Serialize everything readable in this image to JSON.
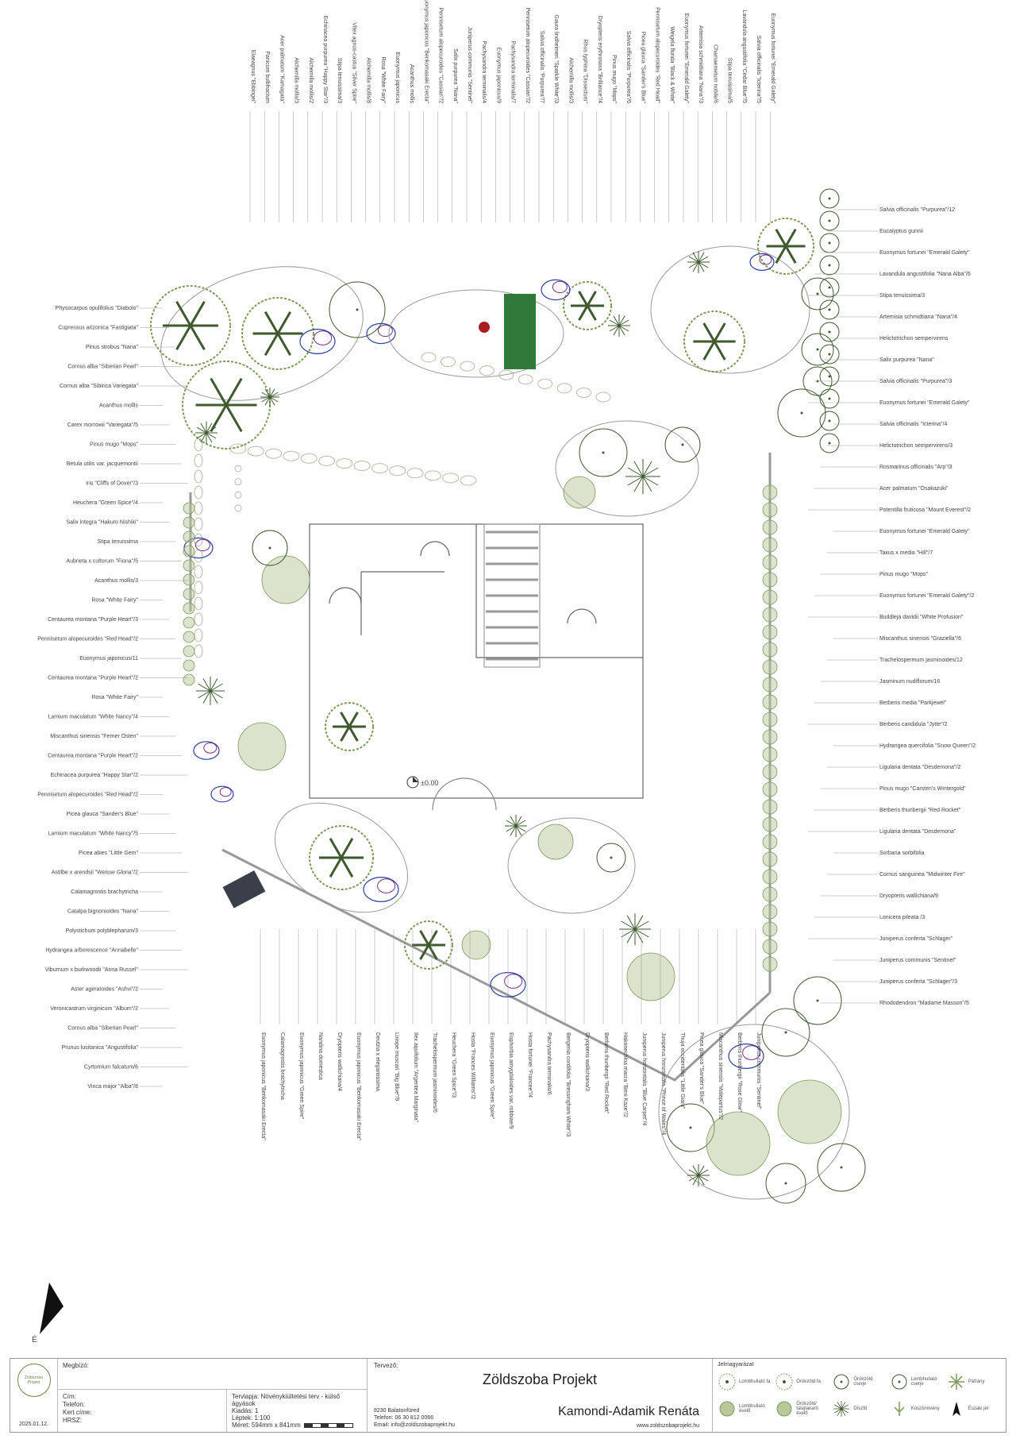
{
  "labels_left": [
    "Physocarpus opulifolius \"Diabolo\"",
    "Cupressus arizonica \"Fastigiata\"",
    "Pinus strobus \"Nana\"",
    "Cornus alba \"Siberian Pearl\"",
    "Cornus alba \"Sibirica Variegata\"",
    "Acanthus mollis",
    "Carex morrowii \"Variegata\"/5",
    "Pinus mugo \"Mops\"",
    "Betula utilis var. jacquemontii",
    "Iris \"Cliffs of Dover\"/3",
    "Heuchera \"Green Spice\"/4",
    "Salix integra \"Hakuro Nishiki\"",
    "Stipa tenuissima",
    "Aubrieta x cultorum \"Fiona\"/5",
    "Acanthus mollis/3",
    "Rosa \"White Fairy\"",
    "Centaurea montana \"Purple Heart\"/3",
    "Pennisetum alopecuroides \"Red Head\"/2",
    "Euonymus japonicus/11",
    "Centaurea montana \"Purple Heart\"/2",
    "Rosa \"White Fairy\"",
    "Lamium maculatum \"White Nancy\"/4",
    "Miscanthus sinensis \"Ferner Osten\"",
    "Centaurea montana \"Purple Heart\"/2",
    "Echinacea purpurea \"Happy Star\"/2",
    "Pennisetum alopecuroides \"Red Head\"/2",
    "Picea glauca \"Sander's Blue\"",
    "Lamium maculatum \"White Nancy\"/5",
    "Picea abies \"Little Gem\"",
    "Astilbe x arendsii \"Weisse Gloria\"/2",
    "Calamagrostis brachytricha",
    "Catalpa bignonioides \"Nana\"",
    "Polystichum polyblepharum/3",
    "Hydrangea arborescence \"Annabelle\"",
    "Viburnum x burkwoodii \"Anna Russel\"",
    "Aster ageratoides \"Ashvi\"/2",
    "Veronicastrum virginicum \"Album\"/2",
    "Cornus alba \"Siberian Pearl\"",
    "Prunus lusitanica \"Angustifolia\"",
    "Cyrtomium falcatum/6",
    "Vinca major \"Alba\"/8"
  ],
  "labels_right": [
    "Salvia officinalis \"Purpurea\"/12",
    "Eucalyptus gunnii",
    "Euonymus fortunei \"Emerald Galety\"",
    "Lavandula angustifolia \"Nana Alba\"/6",
    "Stipa tenuissima/3",
    "Artemisia schmidtiana \"Nana\"/4",
    "Helictotrichon sempervirens",
    "Salix purpurea \"Nana\"",
    "Salvia officinalis \"Purpurea\"/3",
    "Euonymus fortunei \"Emerald Galety\"",
    "Salvia officinalis \"Icterina\"/4",
    "Helictotrichon sempervirens/3",
    "Rosmarinus officinalis \"Arp\"/3",
    "Acer palmatum \"Osakazuki\"",
    "Potentilla fruticosa \"Mount Everest\"/2",
    "Euonymus fortunei \"Emerald Galety\"",
    "Taxus x media \"Hill\"/7",
    "Pinus mugo \"Mops\"",
    "Euonymus fortunei \"Emerald Galety\"/2",
    "Buddleja davidii \"White Profusion\"",
    "Miscanthus sinensis \"Graziella\"/6",
    "Trachelospermum jasminoides/12",
    "Jasminum nudiflorum/16",
    "Berberis media \"Parkjewel\"",
    "Berberis candidula \"Jytte\"/2",
    "Hydrangea quercifolia \"Snow Queen\"/2",
    "Ligularia dentata \"Desdemona\"/2",
    "Pinus mugo \"Carsten's Wintergold\"",
    "Berberis thunbergii \"Red Rocket\"",
    "Ligularia dentata \"Desdemona\"",
    "Sorbaria sorbifolia",
    "Cornus sanguinea \"Midwinter Fire\"",
    "Dryopteris wallichiana/9",
    "Lonicera pileata /3",
    "Juniperus conferta \"Schlager\"",
    "Juniperus communis \"Sentinel\"",
    "Juniperus conferta \"Schlager\"/3",
    "Rhododendron \"Madame Masson\"/5"
  ],
  "labels_top": [
    "Elaeagnus \"Ebbingei\"",
    "Panicum bulbfractum",
    "Acer palmatum \"Kamagata\"",
    "Alchemilla mollis/3",
    "Alchemilla mollis/2",
    "Echinacea purpurea \"Happy Star\"/3",
    "Stipa tenuissima/3",
    "Vitex agnus-castus \"Silver Spire\"",
    "Alchemilla mollis/8",
    "Rosa \"White Fairy\"",
    "Euonymus japonicus",
    "Acanthus mollis",
    "Euonymus japonicus \"Benkomasaki Erecta\"",
    "Pennisetum alopecuroides \"Cassian\"/2",
    "Salix purpurea \"Nana\"",
    "Juniperus communis \"Sentinel\"",
    "Pachysandra terminalis/4",
    "Euonymus japonicus/9",
    "Pachysandra terminalis/7",
    "Pennisetum alopecuroides \"Cassian\"/2",
    "Salvia officinalis \"Purpurea\"/7",
    "Gaura lindheimeri \"Sparkle White\"/3",
    "Alchemilla mollis/3",
    "Rhus typhina \"Dissectum\"",
    "Dryopteris erythrosora \"Brilliance\"/4",
    "Pinus mugo \"Mops\"",
    "Salvia officinalis \"Purpurea\"/6",
    "Picea glauca \"Sander's Blue\"",
    "Pennisetum alopecuroides \"Red Head\"",
    "Weigela florida \"Black & White\"",
    "Euonymus fortunei \"Emerald Galety\"",
    "Artemisia schmidtiana \"Nana\"/3",
    "Chamaemelum nobile/6",
    "Stipa tenuissima/5",
    "Lavandula angustifolia \"Cedar Blue\"/5",
    "Salvia officinalis \"Icterina\"/5",
    "Euonymus fortunei \"Emerald Galety\""
  ],
  "labels_bottom": [
    "Euonymus japonicus \"Benkomasaki Erecta\"",
    "Calamagrostis brachytricha",
    "Euonymus japonicus \"Green Spire\"",
    "Nandina domestica",
    "Dryopteris wallichiana/4",
    "Euonymus japonicus \"Benkomasaki Erecta\"",
    "Deutzia x elegantissima",
    "Liriope muscari \"Big Blue\"/9",
    "Ilex aquifolium \"Argentea Marginata\"",
    "Trachelospermum jasminoides/6",
    "Heuchera \"Green Spice\"/3",
    "Hosta \"Frances Williams\"/2",
    "Euonymus japonicus \"Green Spire\"",
    "Euphorbia amygdaloides var. robbiae/9",
    "Hosta fortunei \"Francee\"/4",
    "Pachysandra terminalis/6",
    "Bergenia cordifolia \"Bressingham White\"/3",
    "Dryopteris wallichiana/3",
    "Berberis thunbergii \"Red Rocket\"",
    "Hakonechloa macra \"Beni Kaze\"/2",
    "Juniperus horizontalis \"Blue Carpet\"/4",
    "Juniperus horizontalis \"Prince of Wales\"/4",
    "Thuja occidentalis \"Little Giant\"",
    "Picea glauca \"Sander's Blue\"",
    "Miscanthus sinensis \"Malepartus\"/2",
    "Berberis thunbergii \"Rose Glow\"",
    "Juniperus communis \"Sentinel\""
  ],
  "elevation_label": "±0.00",
  "north_label": "É",
  "titleblock": {
    "logo_text": "Zöldszoba Projekt",
    "date": "2025.01.12.",
    "client_label": "Megbízó:",
    "fields": [
      "Cím:",
      "Telefon:",
      "Kert címe:",
      "HRSZ:"
    ],
    "meta": [
      "Tervlapja: Növénykiültetési terv - külső ágyások",
      "Kiadás: 1",
      "Léptek: 1:100",
      "Méret: 594mm x 841mm"
    ],
    "designer_label": "Tervező:",
    "project": "Zöldszoba Projekt",
    "designer_name": "Kamondi-Adamik Renáta",
    "contact": [
      "8230 Balatonfüred",
      "Telefon: 06 30 812 0066",
      "Email: info@zoldszobaprojekt.hu"
    ],
    "web": "www.zoldszobaprojekt.hu",
    "legend_title": "Jelmagyarázat",
    "legend": [
      "Lombhullató fa",
      "Örökzöld fa",
      "Örökzöld cserje",
      "Lombhullató cserje",
      "Páfrány",
      "Lombhullató évelő",
      "Örökzöld/ talajtakaró évelő",
      "Díszfű",
      "Kúszónövény",
      "Északi jel"
    ]
  },
  "colors": {
    "plant_dark": "#3e5a2e",
    "plant_mid": "#7d9a58",
    "plant_light": "#b9c79a",
    "accent_purple": "#7a2f86",
    "accent_blue": "#2a3fa0",
    "paving": "#9a9a9a"
  }
}
